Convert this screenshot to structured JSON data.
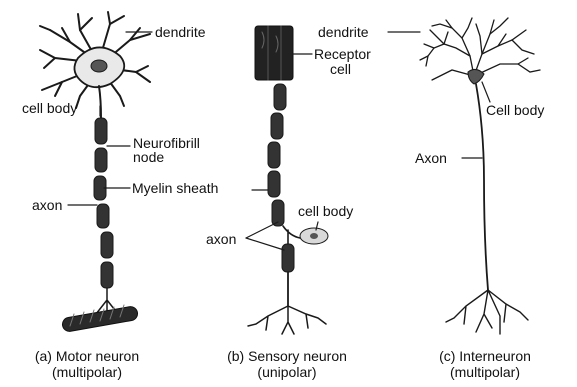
{
  "colors": {
    "ink": "#1a1a1a",
    "sheath": "#333333",
    "sheath_light": "#8a8a8a",
    "receptor": "#222222"
  },
  "labels": {
    "motor_dendrite": "dendrite",
    "motor_cell_body": "cell body",
    "neurofibril_line1": "Neurofibrill",
    "neurofibril_line2": "node",
    "myelin_sheath": "Myelin sheath",
    "motor_axon": "axon",
    "receptor_line1": "Receptor",
    "receptor_line2": "cell",
    "sensory_cell_body": "cell body",
    "sensory_axon": "axon",
    "inter_dendrite": "dendrite",
    "inter_cell_body": "Cell body",
    "inter_axon": "Axon"
  },
  "captions": [
    {
      "line1": "(a) Motor neuron",
      "line2": "(multipolar)"
    },
    {
      "line1": "(b) Sensory neuron",
      "line2": "(unipolar)"
    },
    {
      "line1": "(c) Interneuron",
      "line2": "(multipolar)"
    }
  ]
}
